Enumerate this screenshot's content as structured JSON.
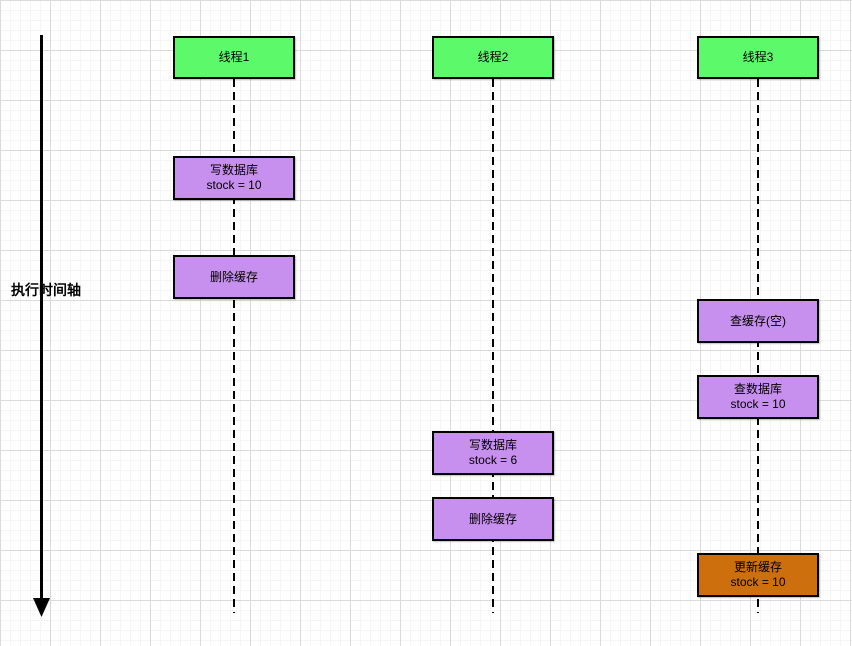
{
  "colors": {
    "thread_header_fill": "#5cf96b",
    "event_fill": "#c78fee",
    "highlight_event_fill": "#cc6f0c",
    "border": "#000000",
    "grid_minor": "#f5f5f5",
    "grid_major": "#dadada"
  },
  "diagram": {
    "timeline_label": "执行时间轴",
    "threads": [
      {
        "label": "线程1",
        "events": [
          {
            "line1": "写数据库",
            "line2": "stock = 10"
          },
          {
            "line1": "删除缓存"
          }
        ]
      },
      {
        "label": "线程2",
        "events": [
          {
            "line1": "写数据库",
            "line2": "stock = 6"
          },
          {
            "line1": "删除缓存"
          }
        ]
      },
      {
        "label": "线程3",
        "events": [
          {
            "line1": "查缓存(空)"
          },
          {
            "line1": "查数据库",
            "line2": "stock = 10"
          },
          {
            "line1": "更新缓存",
            "line2": "stock = 10"
          }
        ]
      }
    ]
  }
}
